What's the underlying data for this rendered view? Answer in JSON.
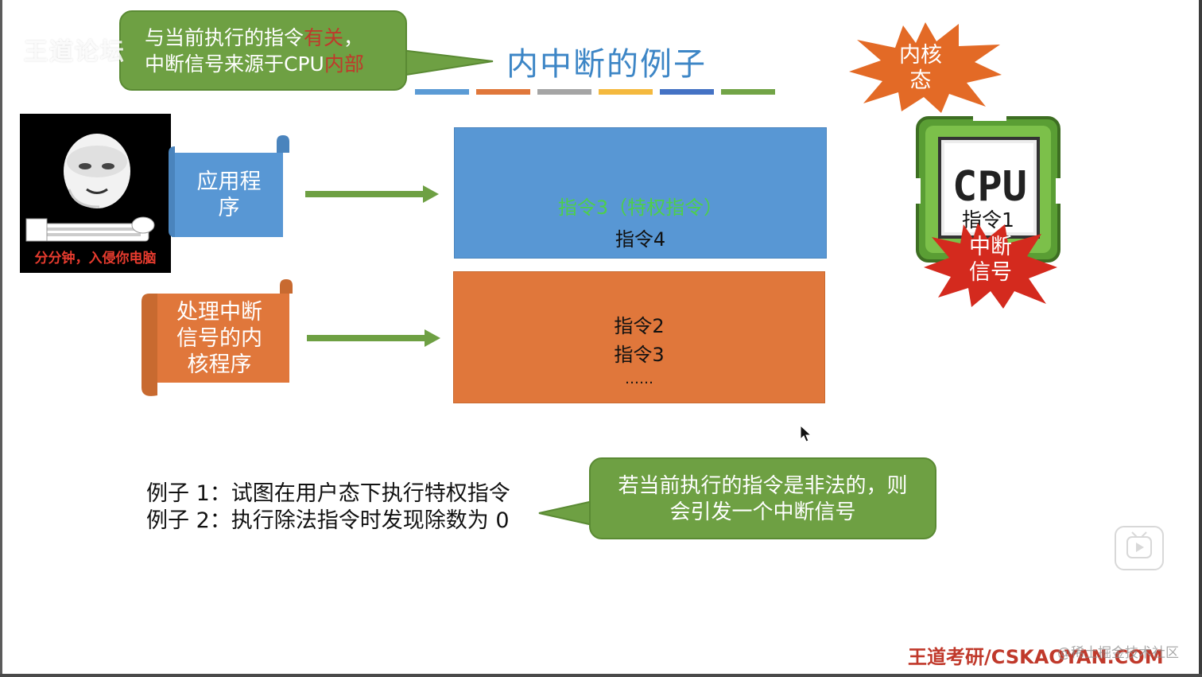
{
  "callout_top": {
    "line1_plain": "与当前执行的指令",
    "line1_red": "有关",
    "line1_end": "，",
    "line2_plain": "中断信号来源于CPU",
    "line2_red": "内部"
  },
  "watermark_left": "王道论坛",
  "title": "内中断的例子",
  "color_bars": [
    "#5b9bd5",
    "#e0773b",
    "#a5a5a5",
    "#f4b93e",
    "#4472c4",
    "#72a447"
  ],
  "meme_caption": "分分钟，入侵你电脑",
  "app_scroll": {
    "line1": "应用程",
    "line2": "序"
  },
  "kernel_scroll": {
    "line1": "处理中断",
    "line2": "信号的内",
    "line3": "核程序"
  },
  "blue_box": {
    "line1": "指令3（特权指令）",
    "line2": "指令4"
  },
  "orange_box": {
    "line1": "指令2",
    "line2": "指令3",
    "line3": "……"
  },
  "examples": {
    "ex1": "例子 1：试图在用户态下执行特权指令",
    "ex2": "例子 2：执行除法指令时发现除数为 0"
  },
  "callout_bottom": {
    "line1": "若当前执行的指令是非法的，则",
    "line2": "会引发一个中断信号"
  },
  "kernel_mode": {
    "line1": "内核",
    "line2": "态"
  },
  "cpu": {
    "label": "CPU",
    "instr": "指令1"
  },
  "interrupt_signal": {
    "line1": "中断",
    "line2": "信号"
  },
  "footer": "王道考研/CSKAOYAN.COM",
  "footer_watermark": "@稀土掘金技术社区",
  "colors": {
    "callout_green": "#6ea043",
    "title_blue": "#3d86c6",
    "blue_box": "#5897d4",
    "orange_box": "#e0773b",
    "burst_orange": "#e36a26",
    "burst_red": "#d42a1e",
    "cpu_green": "#5a9e34"
  }
}
